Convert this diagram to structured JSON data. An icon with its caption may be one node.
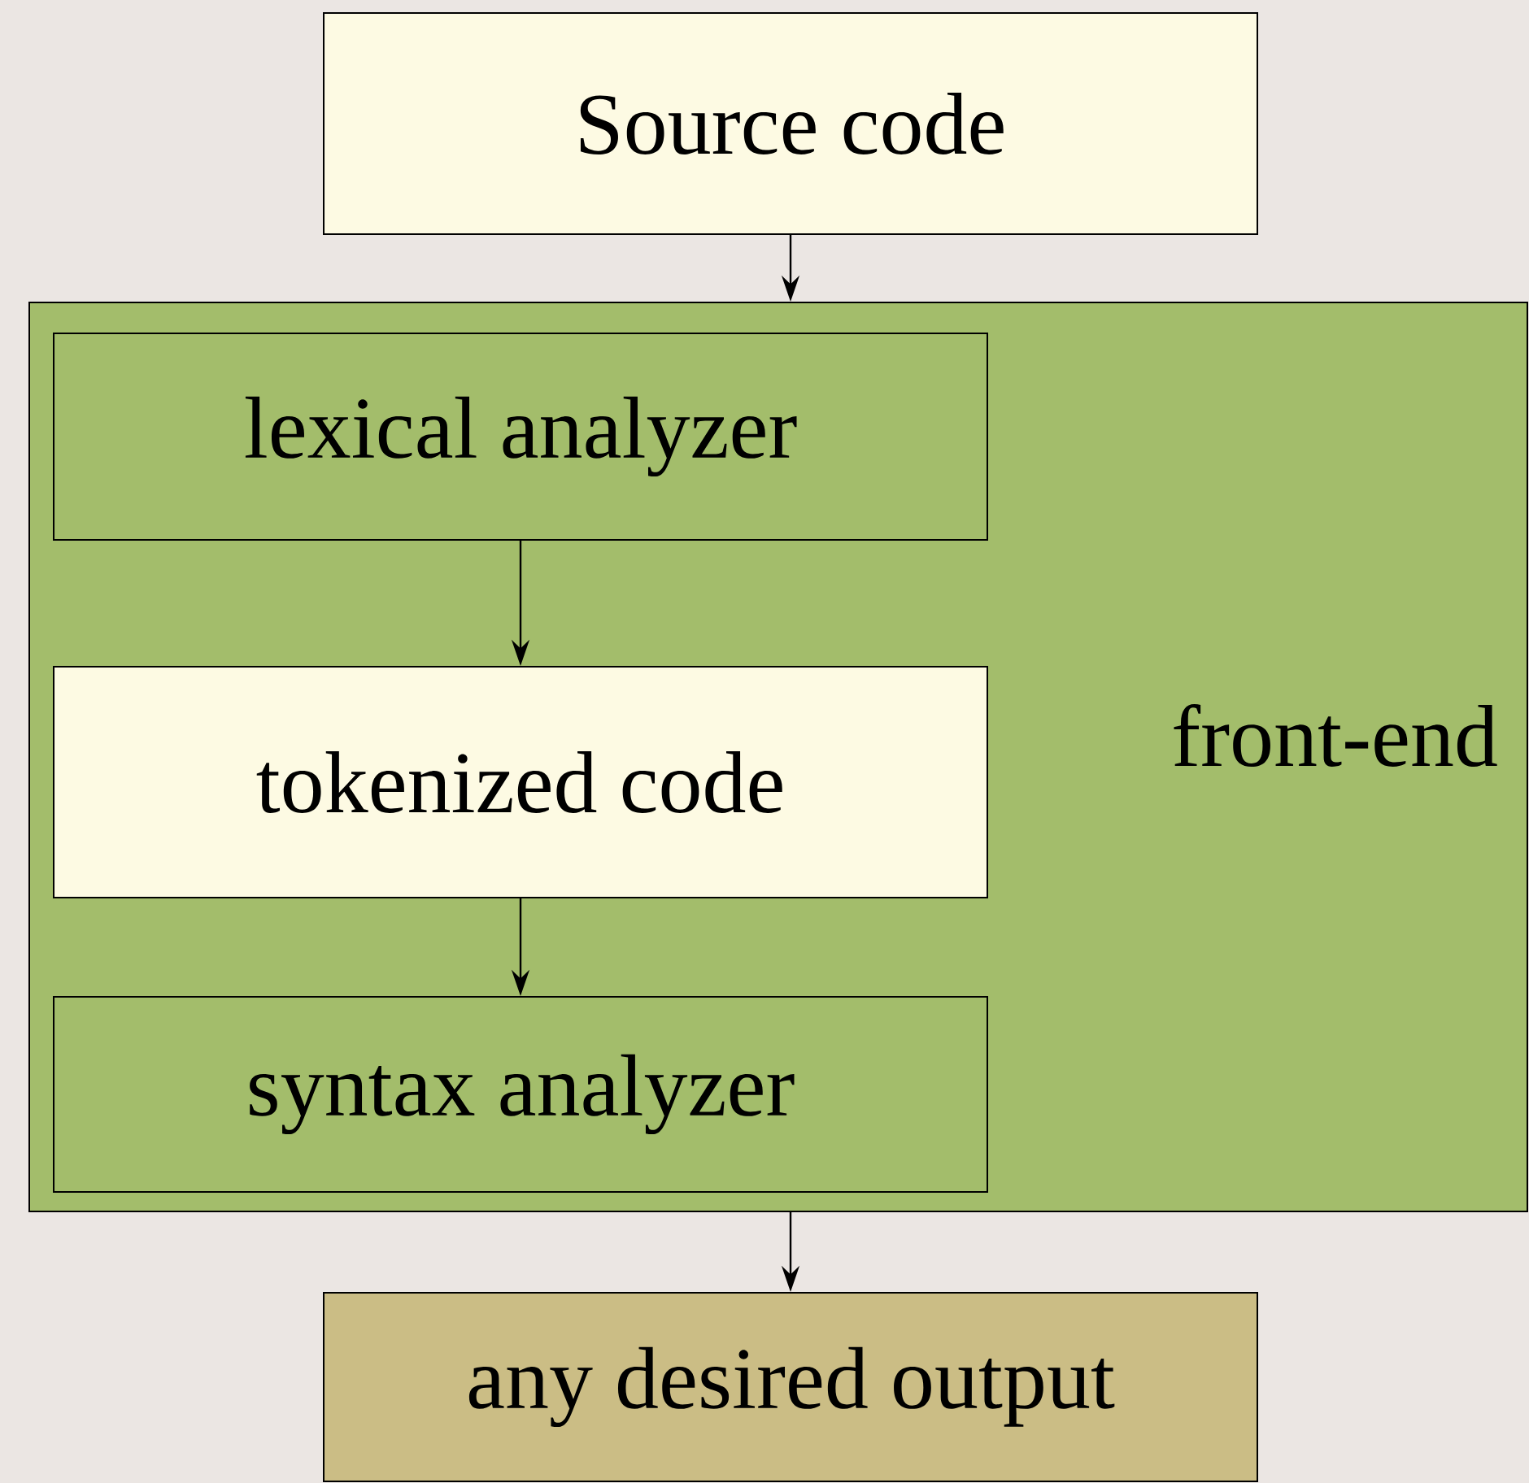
{
  "diagram": {
    "nodes": [
      {
        "text": [
          "Source code"
        ]
      },
      {
        "text": [
          "front-end"
        ]
      },
      {
        "text": [
          "lexical analyzer"
        ],
        "in": 1
      },
      {
        "text": [
          "tokenized code"
        ],
        "in": 1
      },
      {
        "text": [
          "syntax analyzer"
        ],
        "in": 1
      },
      {
        "text": [
          "any desired output"
        ]
      }
    ],
    "edges": [
      {
        "from": 0,
        "to": 1,
        "arrow": "to"
      },
      {
        "from": 2,
        "to": 3,
        "arrow": "to"
      },
      {
        "from": 3,
        "to": 4,
        "arrow": "to"
      },
      {
        "from": 1,
        "to": 5,
        "arrow": "to"
      }
    ]
  }
}
